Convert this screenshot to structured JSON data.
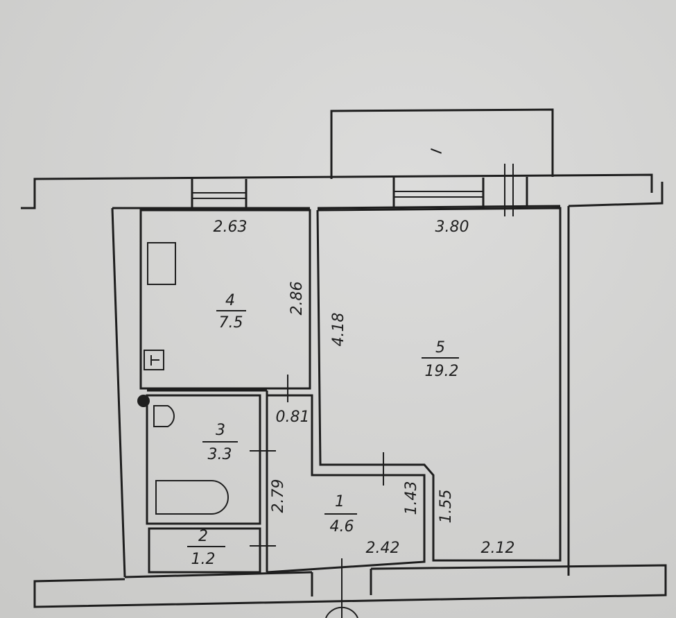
{
  "balcony": {
    "label": "I"
  },
  "rooms": [
    {
      "id": "4",
      "area": "7.5"
    },
    {
      "id": "5",
      "area": "19.2"
    },
    {
      "id": "3",
      "area": "3.3"
    },
    {
      "id": "2",
      "area": "1.2"
    },
    {
      "id": "1",
      "area": "4.6"
    }
  ],
  "dimensions": {
    "kitchen_width": "2.63",
    "kitchen_depth": "2.86",
    "room_width": "3.80",
    "room_depth": "4.18",
    "door_width": "0.81",
    "hall_length": "2.79",
    "hall_depth": "1.43",
    "room_notch": "1.55",
    "hall_width": "2.42",
    "room_bottom_width": "2.12"
  }
}
